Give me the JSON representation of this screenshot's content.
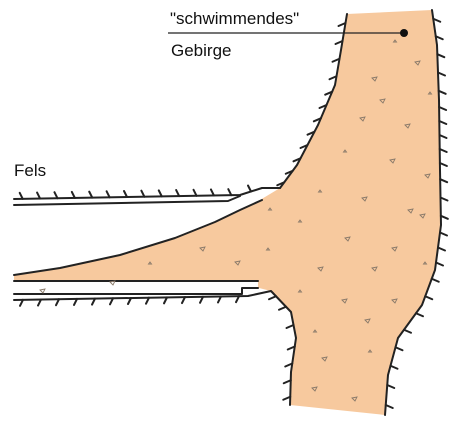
{
  "labels": {
    "floating_rock_line1": "\"schwimmendes\"",
    "floating_rock_line2": "Gebirge",
    "rock": "Fels"
  },
  "colors": {
    "fill": "#f7c99e",
    "outline": "#222222",
    "speckle": "#8a7a6a"
  }
}
